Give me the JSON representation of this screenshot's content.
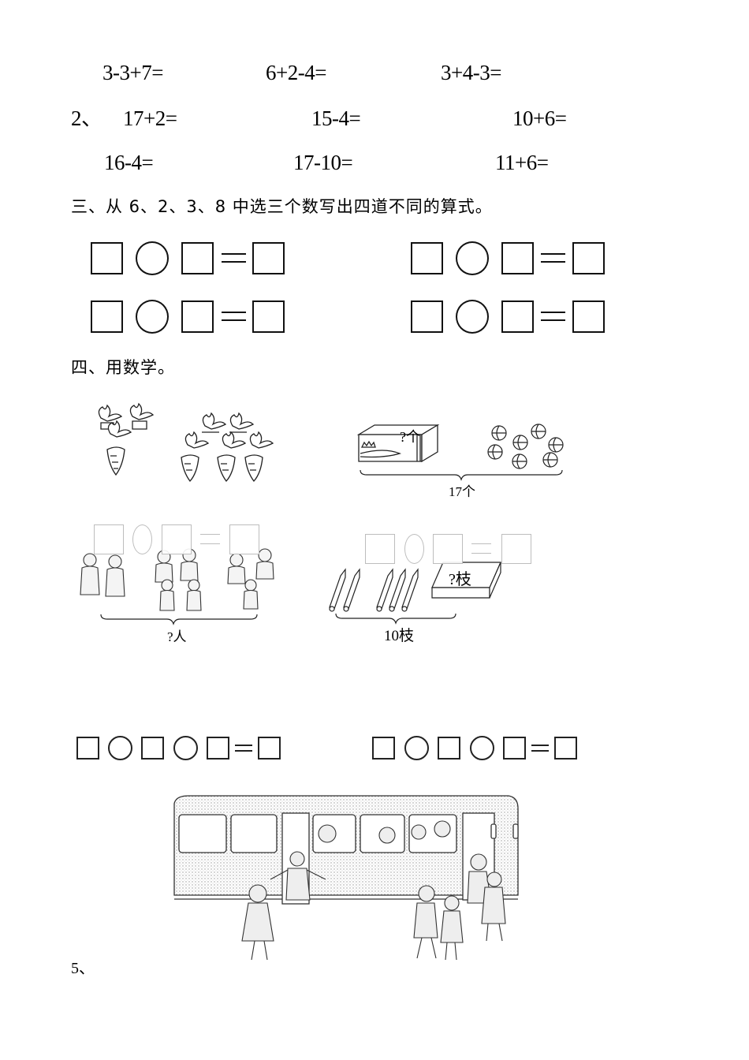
{
  "section1": {
    "row1": [
      "3-3+7=",
      "6+2-4=",
      "3+4-3="
    ]
  },
  "section2": {
    "number": "2、",
    "row1": [
      "17+2=",
      "15-4=",
      "10+6="
    ],
    "row2": [
      "16-4=",
      "17-10=",
      "11+6="
    ]
  },
  "section3": {
    "heading": "三、从 6、2、3、8 中选三个数写出四道不同的算式。",
    "template_symbols": [
      "□",
      "○",
      "□",
      "=",
      "□"
    ],
    "equations_count": 4
  },
  "section4": {
    "heading": "四、用数学。",
    "problem_carrots": {
      "picture": "carrots",
      "group1_count": 3,
      "group2_count": 5
    },
    "problem_balls": {
      "box_label": "?个",
      "total_label": "17个",
      "visible_balls": 7
    },
    "problem_people": {
      "total_label": "?人",
      "groups": [
        2,
        4,
        3
      ]
    },
    "problem_pencils": {
      "box_label": "?枝",
      "total_label": "10枝",
      "visible_pencils": 5
    },
    "long_equation_template": [
      "□",
      "○",
      "□",
      "○",
      "□",
      "=",
      "□"
    ],
    "bus_scene": "bus-with-children"
  },
  "section5": {
    "number": "5、"
  }
}
